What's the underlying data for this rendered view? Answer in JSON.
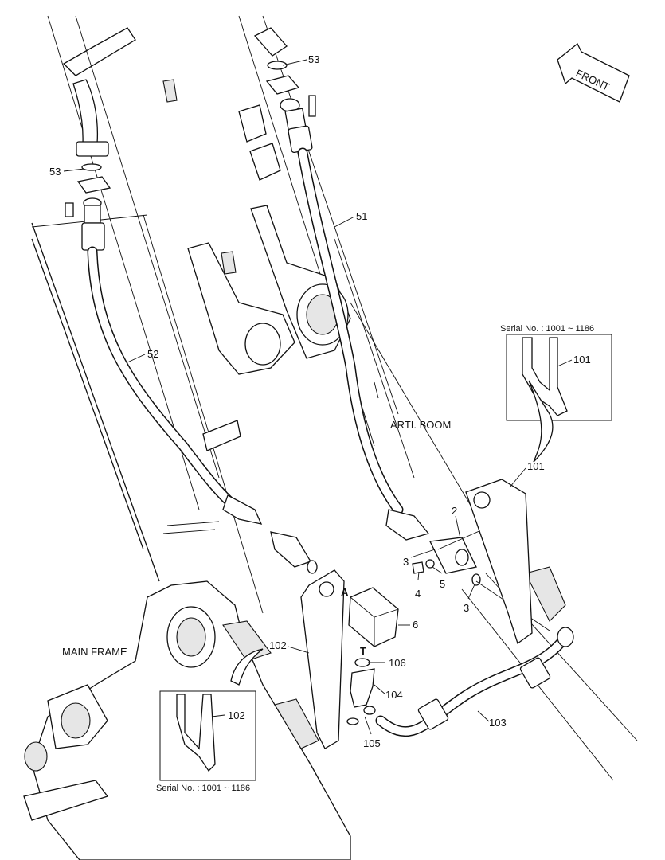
{
  "diagram": {
    "labels": {
      "front": "FRONT",
      "arti_boom": "ARTI. BOOM",
      "main_frame": "MAIN FRAME",
      "serial_top": "Serial No. : 1001 ~ 1186",
      "serial_bottom": "Serial No. : 1001 ~ 1186",
      "port_a": "A",
      "port_t": "T"
    },
    "callouts": {
      "p53_top": "53",
      "p53_left": "53",
      "p51": "51",
      "p52": "52",
      "p101_inset": "101",
      "p101": "101",
      "p102": "102",
      "p102_inset": "102",
      "p2": "2",
      "p3a": "3",
      "p3b": "3",
      "p4": "4",
      "p5": "5",
      "p6": "6",
      "p106": "106",
      "p104": "104",
      "p105": "105",
      "p103": "103"
    }
  }
}
